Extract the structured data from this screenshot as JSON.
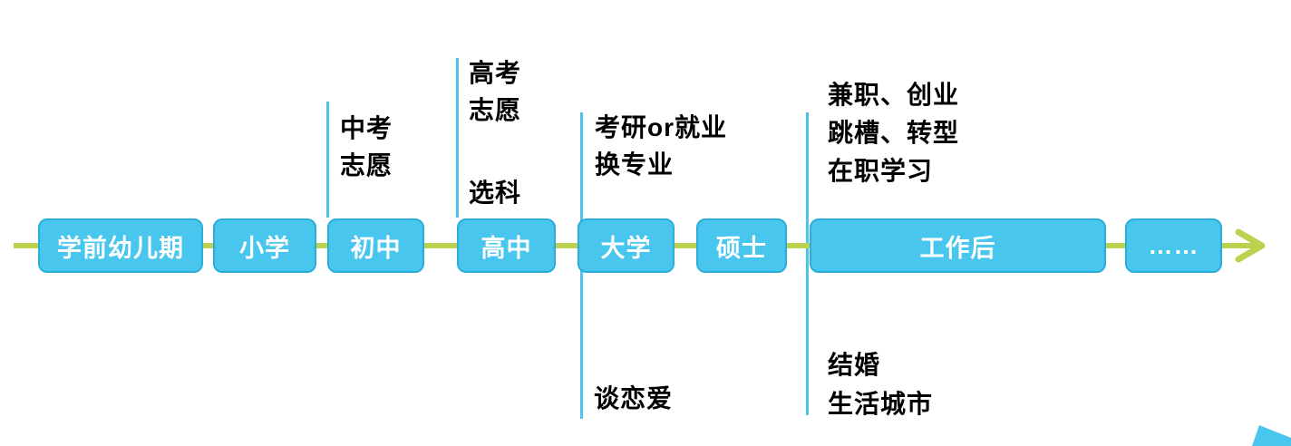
{
  "colors": {
    "box_fill": "#49c6ed",
    "box_border": "#2aaed9",
    "box_text": "#ffffff",
    "timeline": "#bcd24f",
    "marker_line": "#4fc3ea",
    "corner_shape": "#4ac6ee",
    "annotation_text": "#000000",
    "page_bg": "#ffffff"
  },
  "icons": {
    "timeline_arrow": "arrow-right-icon",
    "corner_accent": "triangle-icon"
  },
  "timeline": {
    "stages": [
      {
        "label": "学前幼儿期"
      },
      {
        "label": "小学"
      },
      {
        "label": "初中"
      },
      {
        "label": "高中"
      },
      {
        "label": "大学"
      },
      {
        "label": "硕士"
      },
      {
        "label": "工作后"
      },
      {
        "label": "……"
      }
    ]
  },
  "annotations": {
    "zhongkao": {
      "text": "中考\n志愿"
    },
    "gaokao": {
      "text": "高考\n志愿"
    },
    "xuanke": {
      "text": "选科"
    },
    "kaoyan": {
      "text": "考研or就业\n换专业"
    },
    "career": {
      "text": "兼职、创业\n跳槽、转型\n在职学习"
    },
    "love": {
      "text": "谈恋爱"
    },
    "marriage": {
      "text": "结婚\n生活城市"
    }
  }
}
